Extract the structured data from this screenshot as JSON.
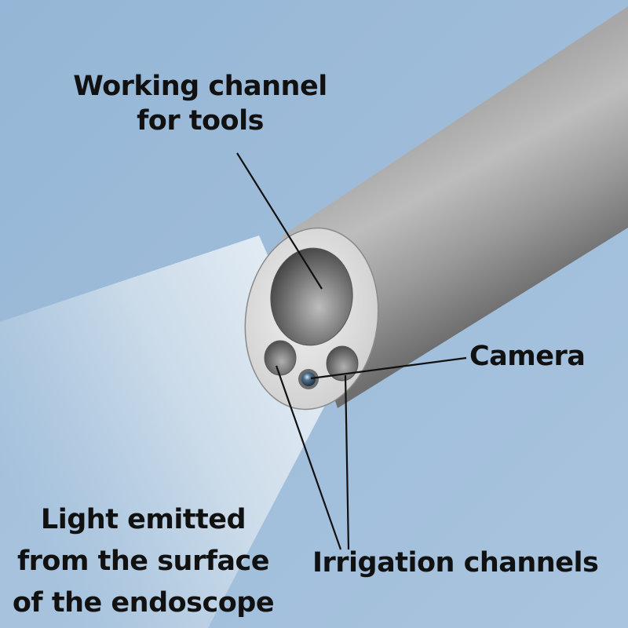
{
  "labels": {
    "working_channel": [
      "Working channel",
      "for tools"
    ],
    "camera": "Camera",
    "irrigation_channels": "Irrigation channels",
    "light_emitted": [
      "Light emitted",
      "from the surface",
      "of the endoscope"
    ]
  },
  "colors": {
    "background": "#9fbedc",
    "tube_body": "#9b9b9b",
    "tube_face": "#dcdcdc",
    "light_glow": "#dbe6ef",
    "label_text": "#111111",
    "leader_line": "#111111"
  }
}
